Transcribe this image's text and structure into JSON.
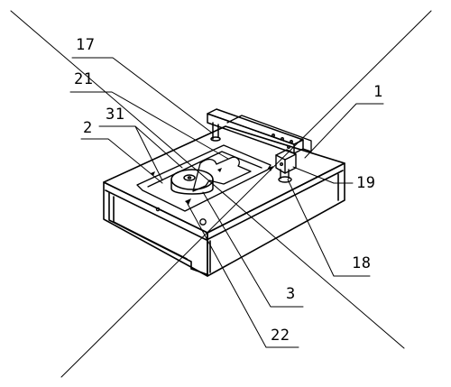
{
  "labels": {
    "l17": "17",
    "l21": "21",
    "l31": "31",
    "l2": "2",
    "l1": "1",
    "l19": "19",
    "l18": "18",
    "l3": "3",
    "l22": "22"
  },
  "colors": {
    "ink": "#000000",
    "paper": "#ffffff"
  }
}
